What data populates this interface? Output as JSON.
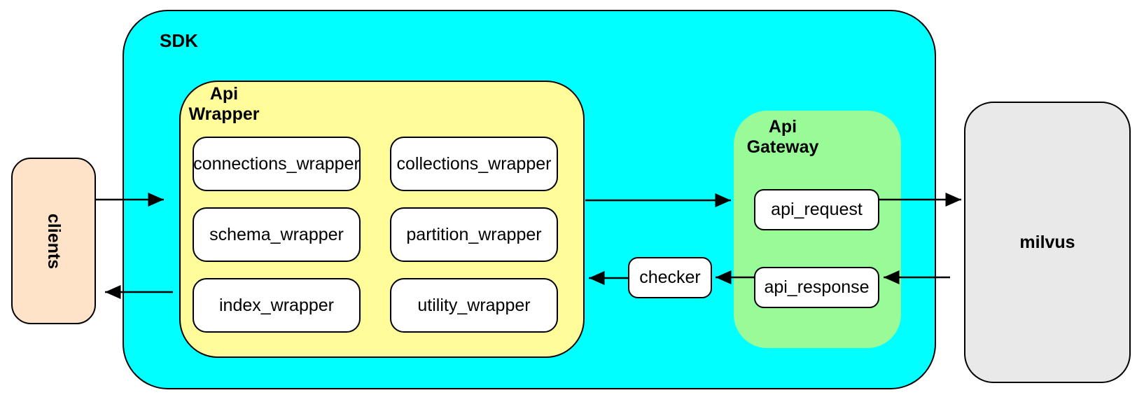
{
  "clients": {
    "label": "clients",
    "fill": "#FFE3C9"
  },
  "sdk": {
    "label": "SDK",
    "fill": "#00FFFF"
  },
  "api_wrapper": {
    "label_line1": "Api",
    "label_line2": "Wrapper",
    "fill": "#FFFC99",
    "modules": [
      {
        "label": "connections_wrapper"
      },
      {
        "label": "collections_wrapper"
      },
      {
        "label": "schema_wrapper"
      },
      {
        "label": "partition_wrapper"
      },
      {
        "label": "index_wrapper"
      },
      {
        "label": "utility_wrapper"
      }
    ]
  },
  "checker": {
    "label": "checker"
  },
  "api_gateway": {
    "label_line1": "Api",
    "label_line2": "Gateway",
    "fill": "#98FB98",
    "request_label": "api_request",
    "response_label": "api_response"
  },
  "milvus": {
    "label": "milvus",
    "fill": "#E9E9E9"
  },
  "colors": {
    "border": "#000000",
    "node_fill": "#FFFFFF",
    "arrow": "#000000",
    "background": "#FFFFFF"
  }
}
